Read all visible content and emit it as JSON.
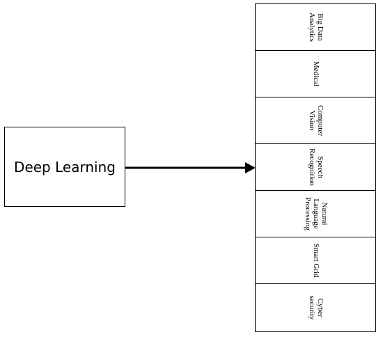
{
  "diagram": {
    "source": "Deep Learning",
    "applications": [
      "Big Data\nAnalytics",
      "Medical",
      "Computer\nVision",
      "Speech\nRecognition",
      "Natural\nLanguage\nProcessing",
      "Smart Grid",
      "Cyber\nsecurity"
    ]
  }
}
